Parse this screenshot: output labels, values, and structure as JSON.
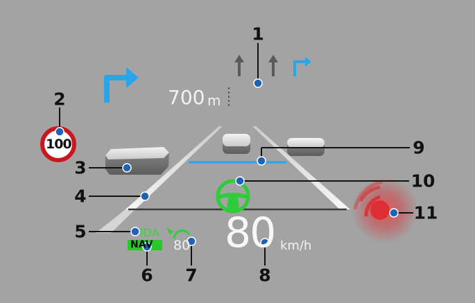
{
  "navigation": {
    "distance_value": "700",
    "distance_unit": "m",
    "turn_arrow_icon": "turn-right-arrow-icon",
    "lane_arrows_icons": [
      "lane-straight-arrow-icon",
      "lane-straight-arrow-icon",
      "lane-turn-right-arrow-icon"
    ]
  },
  "speed_limit_sign": {
    "value": "100"
  },
  "driver_assist": {
    "ida_label": "IDA",
    "nav_label": "NAV",
    "set_speed": "80"
  },
  "speedometer": {
    "value": "80",
    "unit": "km/h"
  },
  "callouts": [
    "1",
    "2",
    "3",
    "4",
    "5",
    "6",
    "7",
    "8",
    "9",
    "10",
    "11"
  ],
  "colors": {
    "background": "#a3a3a3",
    "accent_blue": "#2aa6e8",
    "steering_green": "#2fcc3a",
    "ida_green": "#3ed23a",
    "warning_red": "#e0262d",
    "callout_dot": "#1f64b4"
  }
}
